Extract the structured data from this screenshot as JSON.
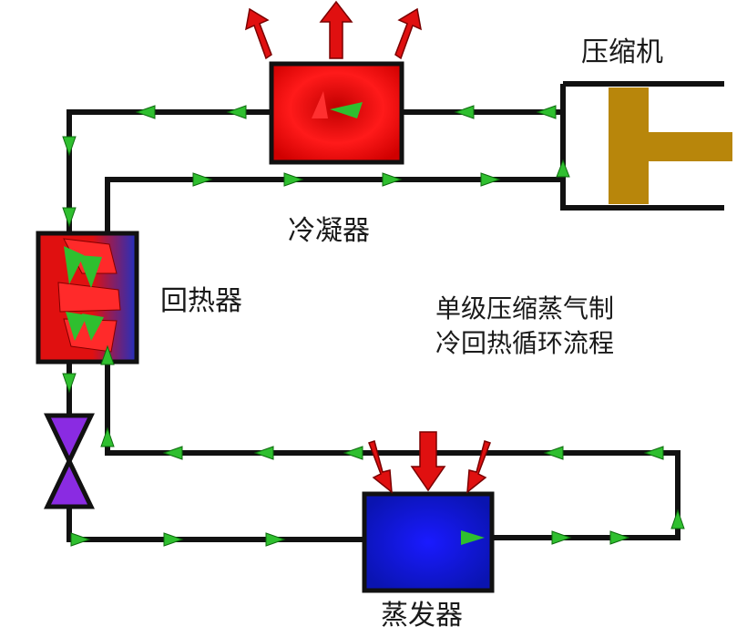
{
  "labels": {
    "compressor": "压缩机",
    "condenser": "冷凝器",
    "regenerator": "回热器",
    "evaporator": "蒸发器",
    "title_line1": "单级压缩蒸气制",
    "title_line2": "冷回热循环流程"
  },
  "colors": {
    "pipe": "#111111",
    "flow_arrow": "#2fbf2f",
    "condenser": "#e01010",
    "evaporator": "#1020d0",
    "regenerator_hot": "#e01010",
    "regenerator_cold": "#1020c0",
    "compressor_piston": "#b8860b",
    "heat_rejected": "#e01010",
    "heat_absorbed": "#e01010",
    "valve": "#8a2be2"
  },
  "icons": {
    "heat_out_arrows": "red-arrow-up",
    "heat_in_arrows": "red-arrow-down",
    "flow_direction": "green-triangle-arrow",
    "expansion_valve": "bowtie-valve-icon"
  }
}
